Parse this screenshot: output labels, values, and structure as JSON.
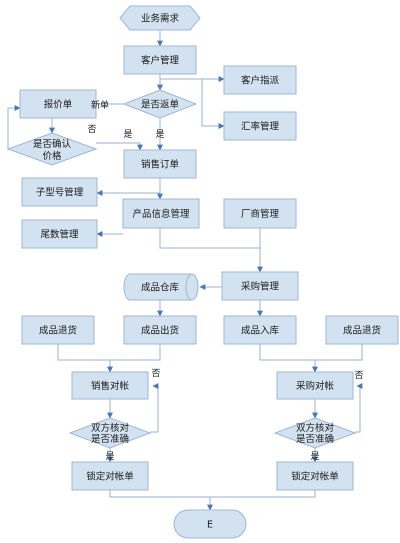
{
  "colors": {
    "fill": "#d3e2f0",
    "stroke": "#9fb7cf",
    "edge": "#9bb3cc",
    "arrow": "#4a76b8",
    "text": "#1a1a1a"
  },
  "nodes": {
    "business_need": "业务需求",
    "customer_mgmt": "客户管理",
    "customer_assign": "客户指派",
    "is_return": "是否返单",
    "quote": "报价单",
    "confirm_price_l1": "是否确认",
    "confirm_price_l2": "价格",
    "exchange_mgmt": "汇率管理",
    "sales_order": "销售订单",
    "sub_model_mgmt": "子型号管理",
    "product_info_mgmt": "产品信息管理",
    "vendor_mgmt": "厂商管理",
    "tail_mgmt": "尾数管理",
    "warehouse": "成品仓库",
    "purchase_mgmt": "采购管理",
    "return_left": "成品退货",
    "outbound": "成品出货",
    "inbound": "成品入库",
    "return_right": "成品退货",
    "sales_recon": "销售对帐",
    "purchase_recon": "采购对帐",
    "verify_left_l1": "双方核对",
    "verify_left_l2": "是否准确",
    "verify_right_l1": "双方核对",
    "verify_right_l2": "是否准确",
    "lock_left": "锁定对帐单",
    "lock_right": "锁定对帐单",
    "end": "E"
  },
  "edge_labels": {
    "new": "新单",
    "no_confirm": "否",
    "yes_confirm": "是",
    "yes_return": "是",
    "no_left": "否",
    "no_right": "否",
    "yes_left": "是",
    "yes_right": "是"
  }
}
